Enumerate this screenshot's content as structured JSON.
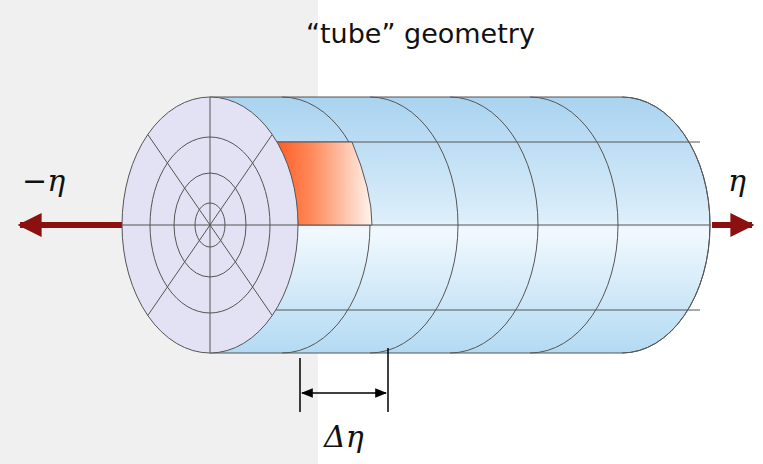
{
  "diagram": {
    "title": "“tube” geometry",
    "labels": [
      "−η",
      "η",
      "Δη"
    ]
  }
}
